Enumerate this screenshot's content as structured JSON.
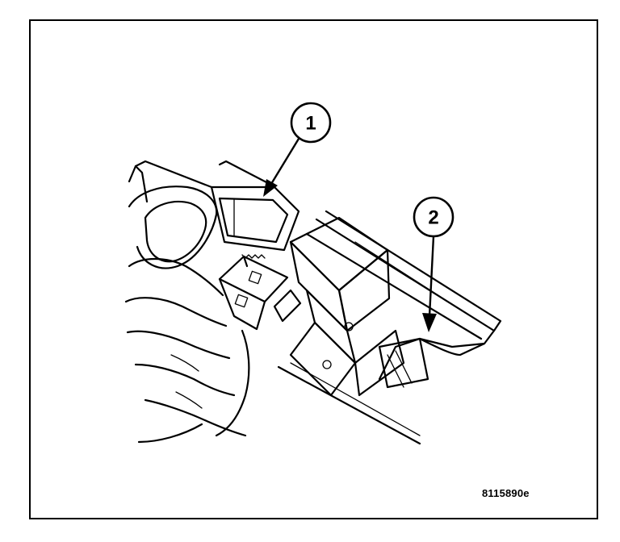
{
  "callouts": [
    {
      "number": "1"
    },
    {
      "number": "2"
    }
  ],
  "figure_code": "8115890e"
}
